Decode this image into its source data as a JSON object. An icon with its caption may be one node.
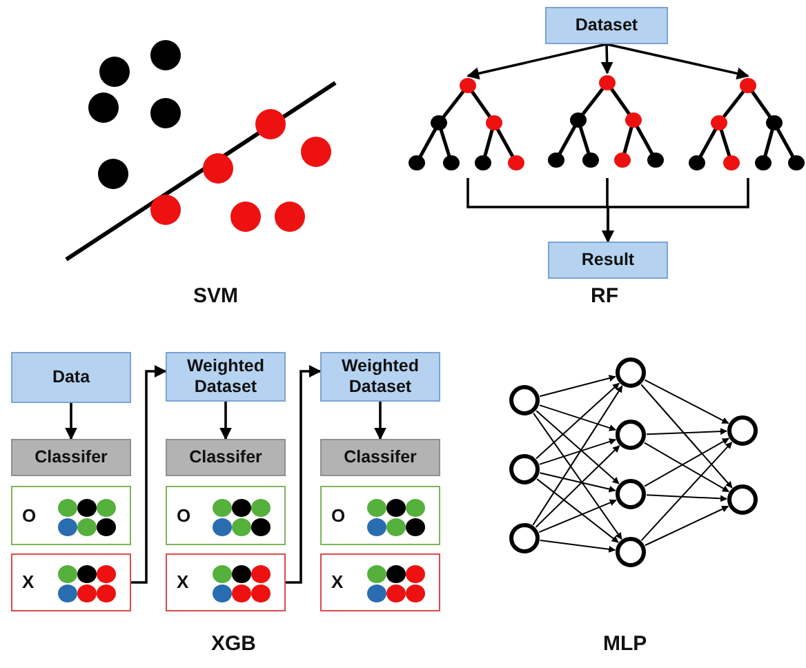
{
  "diagram": {
    "nodes": [
      {
        "text": [
          "Dataset"
        ]
      },
      {
        "text": [],
        "shape": "picture"
      },
      {
        "text": [],
        "shape": "picture"
      },
      {
        "text": [],
        "shape": "picture"
      },
      {
        "text": [
          "Result"
        ]
      },
      {
        "text": [
          "Data"
        ]
      },
      {
        "text": [
          "Classifer"
        ]
      },
      {
        "text": [
          "O"
        ]
      },
      {
        "text": [
          "X"
        ]
      },
      {
        "text": [
          "Weighted Dataset"
        ]
      },
      {
        "text": [
          "Classifer"
        ]
      },
      {
        "text": [
          "O"
        ]
      },
      {
        "text": [
          "X"
        ]
      },
      {
        "text": [
          "Weighted Dataset"
        ]
      },
      {
        "text": [
          "Classifer"
        ]
      },
      {
        "text": [
          "O"
        ]
      },
      {
        "text": [
          "X"
        ]
      },
      {
        "text": [],
        "shape": "circle"
      },
      {
        "text": [],
        "shape": "circle"
      },
      {
        "text": [],
        "shape": "circle"
      },
      {
        "text": [],
        "shape": "circle"
      },
      {
        "text": [],
        "shape": "circle"
      },
      {
        "text": [],
        "shape": "circle"
      },
      {
        "text": [],
        "shape": "circle"
      },
      {
        "text": [],
        "shape": "circle"
      },
      {
        "text": [],
        "shape": "circle"
      }
    ],
    "edges": [
      {
        "from": 0,
        "to": 1,
        "arrow": "to"
      },
      {
        "from": 0,
        "to": 2,
        "arrow": "to"
      },
      {
        "from": 0,
        "to": 3,
        "arrow": "to"
      },
      {
        "from": 1,
        "to": 4,
        "arrow": "to"
      },
      {
        "from": 2,
        "to": 4,
        "arrow": "to"
      },
      {
        "from": 3,
        "to": 4,
        "arrow": "to"
      },
      {
        "from": 5,
        "to": 6,
        "arrow": "to"
      },
      {
        "from": 8,
        "to": 9,
        "arrow": "to"
      },
      {
        "from": 9,
        "to": 10,
        "arrow": "to"
      },
      {
        "from": 12,
        "to": 13,
        "arrow": "to"
      },
      {
        "from": 13,
        "to": 14,
        "arrow": "to"
      },
      {
        "from": 17,
        "to": 20,
        "arrow": "to"
      },
      {
        "from": 17,
        "to": 21,
        "arrow": "to"
      },
      {
        "from": 17,
        "to": 22,
        "arrow": "to"
      },
      {
        "from": 17,
        "to": 23,
        "arrow": "to"
      },
      {
        "from": 18,
        "to": 20,
        "arrow": "to"
      },
      {
        "from": 18,
        "to": 21,
        "arrow": "to"
      },
      {
        "from": 18,
        "to": 22,
        "arrow": "to"
      },
      {
        "from": 18,
        "to": 23,
        "arrow": "to"
      },
      {
        "from": 19,
        "to": 20,
        "arrow": "to"
      },
      {
        "from": 19,
        "to": 21,
        "arrow": "to"
      },
      {
        "from": 19,
        "to": 22,
        "arrow": "to"
      },
      {
        "from": 19,
        "to": 23,
        "arrow": "to"
      },
      {
        "from": 20,
        "to": 24,
        "arrow": "to"
      },
      {
        "from": 20,
        "to": 25,
        "arrow": "to"
      },
      {
        "from": 21,
        "to": 24,
        "arrow": "to"
      },
      {
        "from": 21,
        "to": 25,
        "arrow": "to"
      },
      {
        "from": 22,
        "to": 24,
        "arrow": "to"
      },
      {
        "from": 22,
        "to": 25,
        "arrow": "to"
      },
      {
        "from": 23,
        "to": 24,
        "arrow": "to"
      },
      {
        "from": 23,
        "to": 25,
        "arrow": "to"
      }
    ],
    "labels": [
      "SVM",
      "RF",
      "XGB",
      "MLP"
    ]
  }
}
